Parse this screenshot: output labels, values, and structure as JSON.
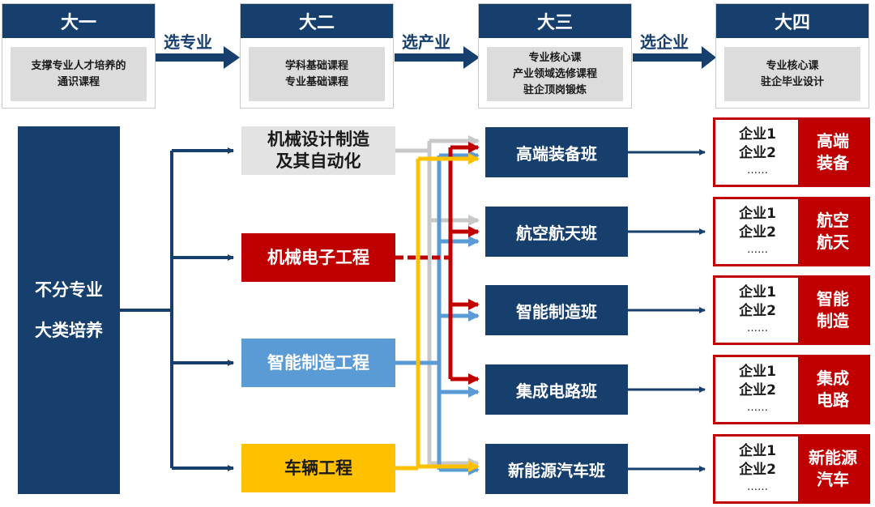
{
  "years": [
    {
      "title": "大一",
      "lines": [
        "支撑专业人才培养的",
        "通识课程"
      ]
    },
    {
      "title": "大二",
      "lines": [
        "学科基础课程",
        "专业基础课程"
      ]
    },
    {
      "title": "大三",
      "lines": [
        "专业核心课",
        "产业领域选修课程",
        "驻企顶岗锻炼"
      ]
    },
    {
      "title": "大四",
      "lines": [
        "专业核心课",
        "驻企毕业设计"
      ]
    }
  ],
  "steps": [
    "选专业",
    "选产业",
    "选企业"
  ],
  "foundation": {
    "line1": "不分专业",
    "line2": "大类培养"
  },
  "majors": [
    {
      "lines": [
        "机械设计制造",
        "及其自动化"
      ]
    },
    {
      "lines": [
        "机械电子工程"
      ]
    },
    {
      "lines": [
        "智能制造工程"
      ]
    },
    {
      "lines": [
        "车辆工程"
      ]
    }
  ],
  "classes": [
    "高端装备班",
    "航空航天班",
    "智能制造班",
    "集成电路班",
    "新能源汽车班"
  ],
  "enterprises": [
    {
      "items": [
        "企业1",
        "企业2",
        "……"
      ],
      "tag": [
        "高端",
        "装备"
      ]
    },
    {
      "items": [
        "企业1",
        "企业2",
        "……"
      ],
      "tag": [
        "航空",
        "航天"
      ]
    },
    {
      "items": [
        "企业1",
        "企业2",
        "……"
      ],
      "tag": [
        "智能",
        "制造"
      ]
    },
    {
      "items": [
        "企业1",
        "企业2",
        "……"
      ],
      "tag": [
        "集成",
        "电路"
      ]
    },
    {
      "items": [
        "企业1",
        "企业2",
        "……"
      ],
      "tag": [
        "新能源",
        "汽车"
      ]
    }
  ],
  "colors": {
    "navy": "#163f6e",
    "red": "#c00000",
    "light_blue": "#5b9bd5",
    "yellow": "#ffc000",
    "gray": "#e3e3e3"
  }
}
